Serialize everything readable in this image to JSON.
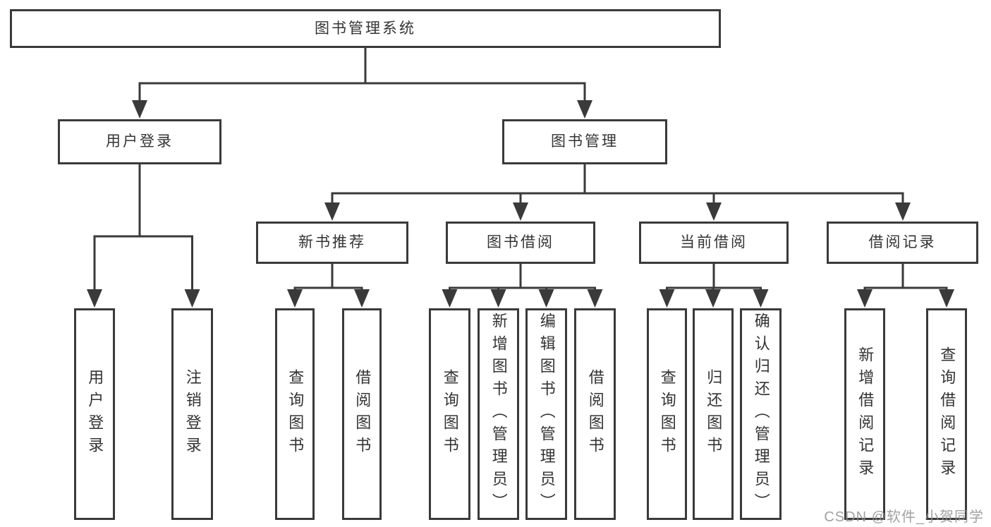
{
  "tree": {
    "label": "图书管理系统",
    "children": [
      {
        "label": "用户登录",
        "children": [
          {
            "label": "用户登录"
          },
          {
            "label": "注销登录"
          }
        ]
      },
      {
        "label": "图书管理",
        "children": [
          {
            "label": "新书推荐",
            "children": [
              {
                "label": "查询图书"
              },
              {
                "label": "借阅图书"
              }
            ]
          },
          {
            "label": "图书借阅",
            "children": [
              {
                "label": "查询图书"
              },
              {
                "label": "新增图书（管理员）"
              },
              {
                "label": "编辑图书（管理员）"
              },
              {
                "label": "借阅图书"
              }
            ]
          },
          {
            "label": "当前借阅",
            "children": [
              {
                "label": "查询图书"
              },
              {
                "label": "归还图书"
              },
              {
                "label": "确认归还（管理员）"
              }
            ]
          },
          {
            "label": "借阅记录",
            "children": [
              {
                "label": "新增借阅记录"
              },
              {
                "label": "查询借阅记录"
              }
            ]
          }
        ]
      }
    ]
  },
  "watermark": {
    "text": "CSDN @软件_小贺同学"
  },
  "colors": {
    "line": "#3a3a3a",
    "border": "#3a3a3a",
    "text": "#333333",
    "watermark": "#919191",
    "background": "#ffffff"
  }
}
